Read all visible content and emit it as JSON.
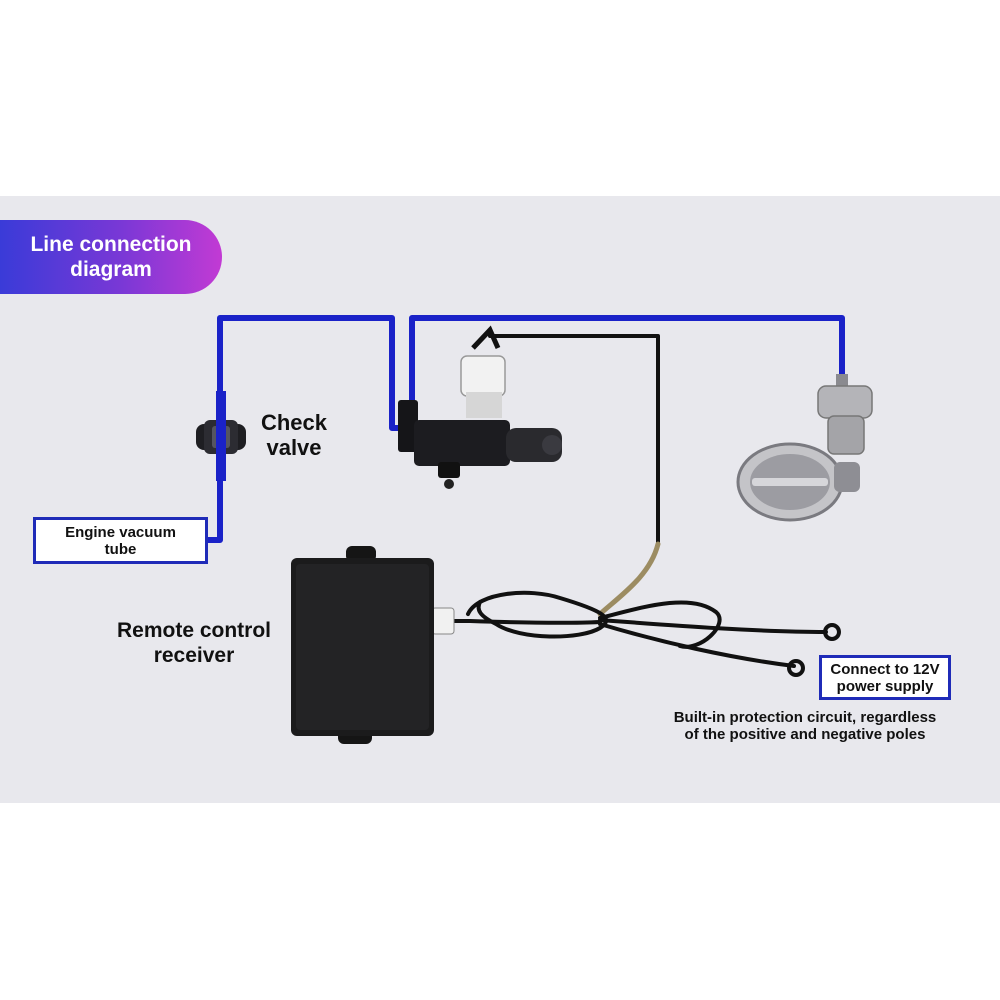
{
  "title": {
    "line1": "Line connection",
    "line2": "diagram"
  },
  "labels": {
    "check_valve_line1": "Check",
    "check_valve_line2": "valve",
    "engine_vacuum_line1": "Engine vacuum",
    "engine_vacuum_line2": "tube",
    "receiver_line1": "Remote control",
    "receiver_line2": "receiver",
    "power_line1": "Connect to 12V",
    "power_line2": "power supply",
    "protection_line1": "Built-in protection circuit, regardless",
    "protection_line2": "of the positive and negative poles"
  },
  "colors": {
    "vacuum_tube": "#1a22c8",
    "wire": "#111111",
    "badge_start": "#3a3bd8",
    "badge_end": "#c23ad4",
    "panel_background": "#e8e8ed"
  },
  "icons": {
    "check_valve": "check-valve-icon",
    "solenoid": "solenoid-valve-icon",
    "cutout_valve": "exhaust-cutout-valve-icon",
    "receiver": "remote-receiver-box-icon"
  }
}
